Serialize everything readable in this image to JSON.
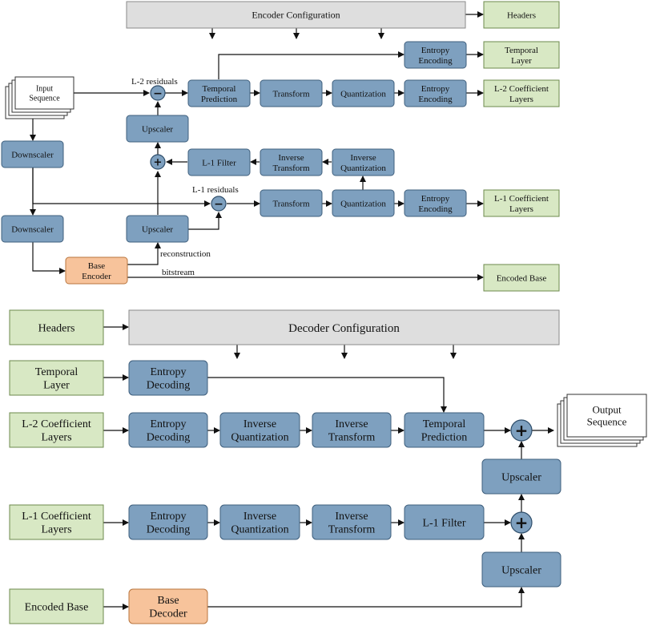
{
  "encoder": {
    "configuration": "Encoder Configuration",
    "input": [
      "Input",
      "Sequence"
    ],
    "headers": "Headers",
    "entropy_encoding_temporal": [
      "Entropy",
      "Encoding"
    ],
    "temporal_layer": [
      "Temporal",
      "Layer"
    ],
    "l2_residuals": "L-2 residuals",
    "temporal_prediction": [
      "Temporal",
      "Prediction"
    ],
    "transform_l2": "Transform",
    "quantization_l2": "Quantization",
    "entropy_encoding_l2": [
      "Entropy",
      "Encoding"
    ],
    "l2_coefficient_layers": [
      "L-2 Coefficient",
      "Layers"
    ],
    "upscaler_top": "Upscaler",
    "downscaler_1": "Downscaler",
    "l1_filter": "L-1 Filter",
    "inverse_transform": [
      "Inverse",
      "Transform"
    ],
    "inverse_quantization": [
      "Inverse",
      "Quantization"
    ],
    "l1_residuals": "L-1 residuals",
    "transform_l1": "Transform",
    "quantization_l1": "Quantization",
    "entropy_encoding_l1": [
      "Entropy",
      "Encoding"
    ],
    "l1_coefficient_layers": [
      "L-1 Coefficient",
      "Layers"
    ],
    "downscaler_2": "Downscaler",
    "upscaler_bottom": "Upscaler",
    "reconstruction": "reconstruction",
    "base_encoder": [
      "Base",
      "Encoder"
    ],
    "bitstream": "bitstream",
    "encoded_base": "Encoded Base"
  },
  "decoder": {
    "headers": "Headers",
    "configuration": "Decoder Configuration",
    "temporal_layer": [
      "Temporal",
      "Layer"
    ],
    "entropy_decoding_temporal": [
      "Entropy",
      "Decoding"
    ],
    "l2_coefficient_layers": [
      "L-2 Coefficient",
      "Layers"
    ],
    "entropy_decoding_l2": [
      "Entropy",
      "Decoding"
    ],
    "inverse_quantization_l2": [
      "Inverse",
      "Quantization"
    ],
    "inverse_transform_l2": [
      "Inverse",
      "Transform"
    ],
    "temporal_prediction": [
      "Temporal",
      "Prediction"
    ],
    "output": [
      "Output",
      "Sequence"
    ],
    "upscaler_top": "Upscaler",
    "l1_coefficient_layers": [
      "L-1 Coefficient",
      "Layers"
    ],
    "entropy_decoding_l1": [
      "Entropy",
      "Decoding"
    ],
    "inverse_quantization_l1": [
      "Inverse",
      "Quantization"
    ],
    "inverse_transform_l1": [
      "Inverse",
      "Transform"
    ],
    "l1_filter": "L-1 Filter",
    "upscaler_bottom": "Upscaler",
    "encoded_base": "Encoded Base",
    "base_decoder": [
      "Base",
      "Decoder"
    ]
  },
  "operators": {
    "subtract": "−",
    "add": "+"
  },
  "colors": {
    "process_block": "#7ea0bf",
    "layer_block": "#d8e8c4",
    "base_codec_block": "#f7c39b",
    "configuration_block": "#dedede"
  }
}
